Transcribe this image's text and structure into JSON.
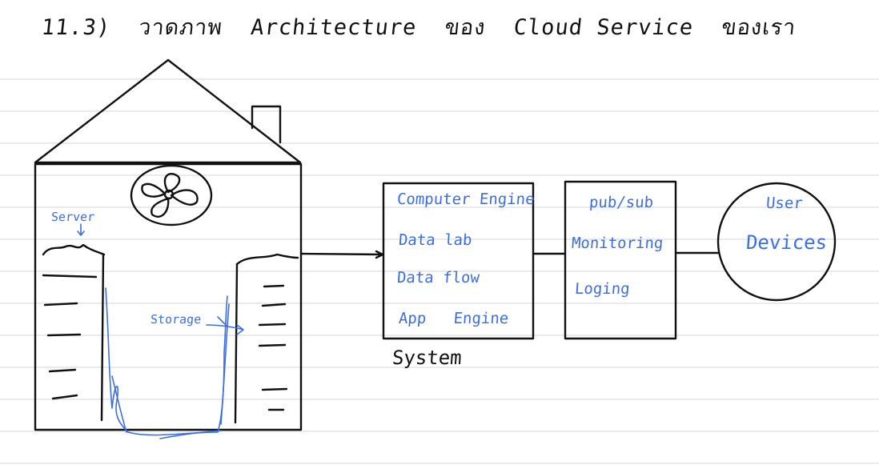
{
  "heading": {
    "number": "11.3)",
    "thai_prefix": "วาดภาพ",
    "word1": "Architecture",
    "thai_of": "ของ",
    "word2": "Cloud Service",
    "thai_ours": "ของเรา"
  },
  "house": {
    "server_label": "Server",
    "storage_label": "Storage"
  },
  "system": {
    "items": [
      "Computer Engine",
      "Data lab",
      "Data flow",
      "App   Engine"
    ],
    "caption": "System"
  },
  "services": {
    "items": [
      "pub/sub",
      "Monitoring",
      "Loging"
    ]
  },
  "user": {
    "line1": "User",
    "line2": "Devices"
  },
  "colors": {
    "ink": "#111111",
    "blue_ink": "#3b6ee8",
    "rule": "#d6d6d6"
  }
}
